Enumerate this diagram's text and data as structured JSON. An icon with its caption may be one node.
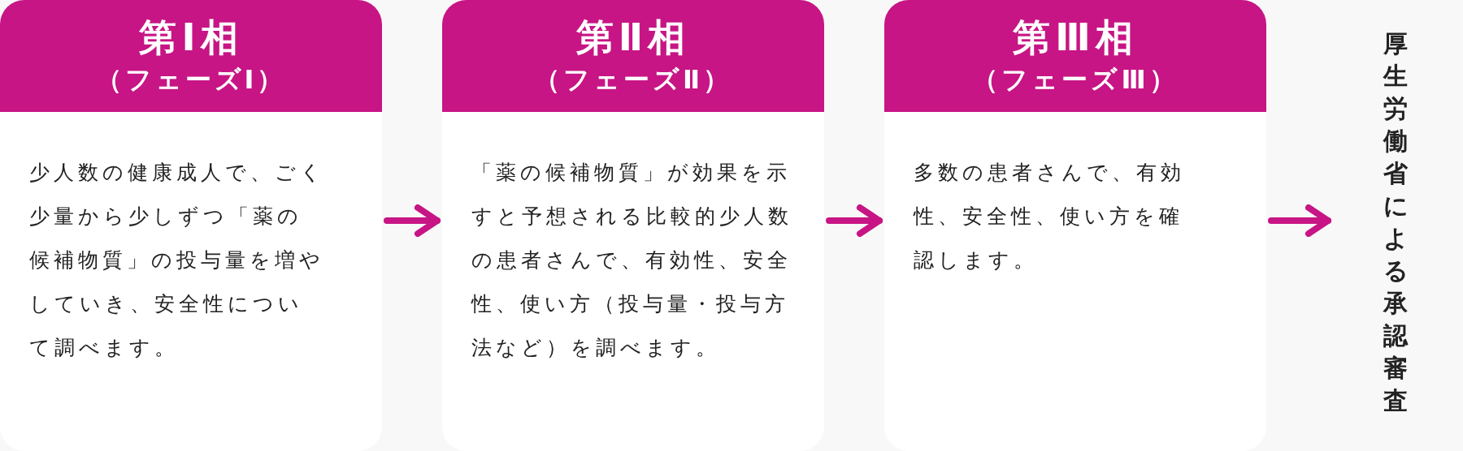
{
  "diagram": {
    "nodes": [
      {
        "text": [
          "第Ⅰ相",
          "（フェーズⅠ）",
          "少人数の健康成人で、ごく少量から少しずつ「薬の候補物質」の投与量を増やしていき、安全性について調べます。"
        ]
      },
      {
        "text": [
          "第Ⅱ相",
          "（フェーズⅡ）",
          "「薬の候補物質」が効果を示すと予想される比較的少人数の患者さんで、有効性、安全性、使い方（投与量・投与方法など）を調べます。"
        ]
      },
      {
        "text": [
          "第Ⅲ相",
          "（フェーズⅢ）",
          "多数の患者さんで、有効性、安全性、使い方を確認します。"
        ]
      },
      {
        "text": [
          "厚生労働省による承認審査"
        ]
      }
    ],
    "edges": [
      {
        "from": 0,
        "to": 1,
        "arrow": "to"
      },
      {
        "from": 1,
        "to": 2,
        "arrow": "to"
      },
      {
        "from": 2,
        "to": 3,
        "arrow": "to"
      }
    ]
  }
}
